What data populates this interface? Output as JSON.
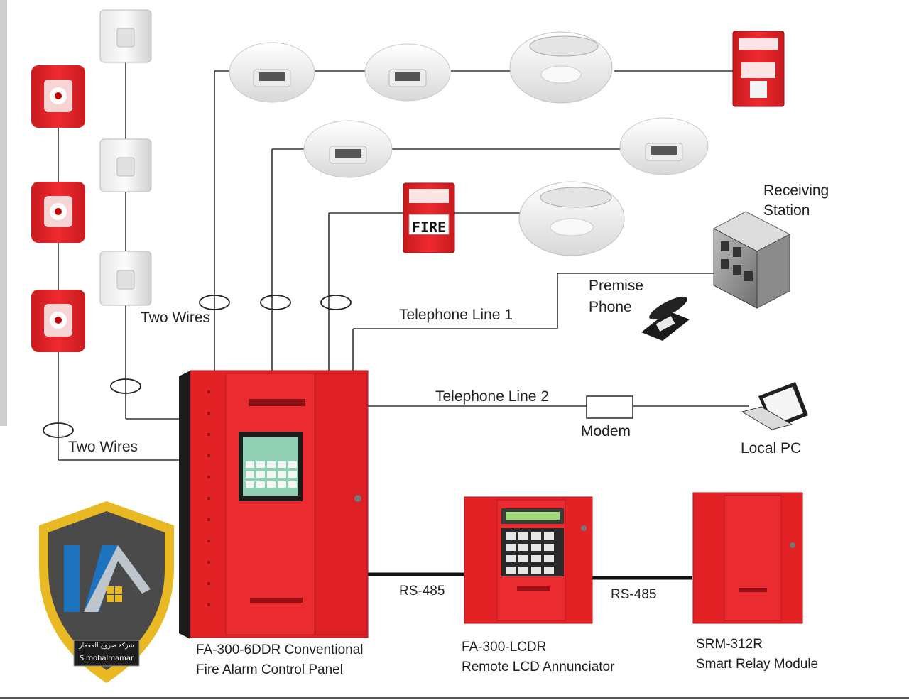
{
  "labels": {
    "two_wires_top": "Two Wires",
    "two_wires_bottom": "Two Wires",
    "telephone_line_1": "Telephone Line 1",
    "telephone_line_2": "Telephone Line 2",
    "premise_phone_line1": "Premise",
    "premise_phone_line2": "Phone",
    "receiving_station_line1": "Receiving",
    "receiving_station_line2": "Station",
    "modem": "Modem",
    "local_pc": "Local PC",
    "rs485_left": "RS-485",
    "rs485_right": "RS-485"
  },
  "devices": {
    "control_panel": {
      "caption_line1": "FA-300-6DDR Conventional",
      "caption_line2": "Fire Alarm Control Panel"
    },
    "annunciator": {
      "caption_line1": "FA-300-LCDR",
      "caption_line2": "Remote LCD Annunciator"
    },
    "relay_module": {
      "caption_line1": "SRM-312R",
      "caption_line2": "Smart Relay Module"
    },
    "pull_station_small": {
      "text": "FIRE"
    }
  },
  "logo": {
    "arabic_name": "شركة صروح المعمار",
    "latin_name": "Siroohalmamar"
  },
  "colors": {
    "device_red": "#e32226",
    "device_dark_red": "#a8141a",
    "wire": "#333333",
    "detector_white": "#f2f2f2",
    "shield_gold": "#e8b923",
    "shield_dark": "#4a4a4a",
    "logo_blue": "#1e73be"
  }
}
